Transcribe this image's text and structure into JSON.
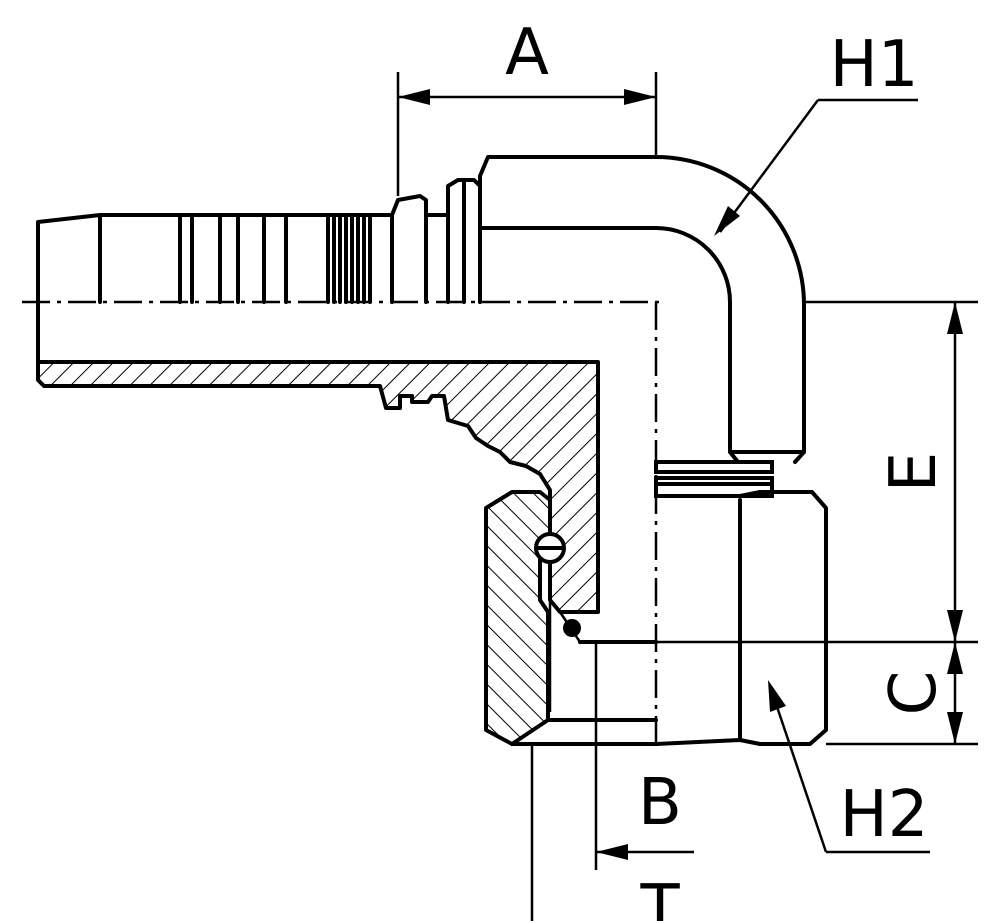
{
  "labels": {
    "A": "A",
    "H1": "H1",
    "E": "E",
    "C": "C",
    "B": "B",
    "H2": "H2",
    "T": "T"
  }
}
